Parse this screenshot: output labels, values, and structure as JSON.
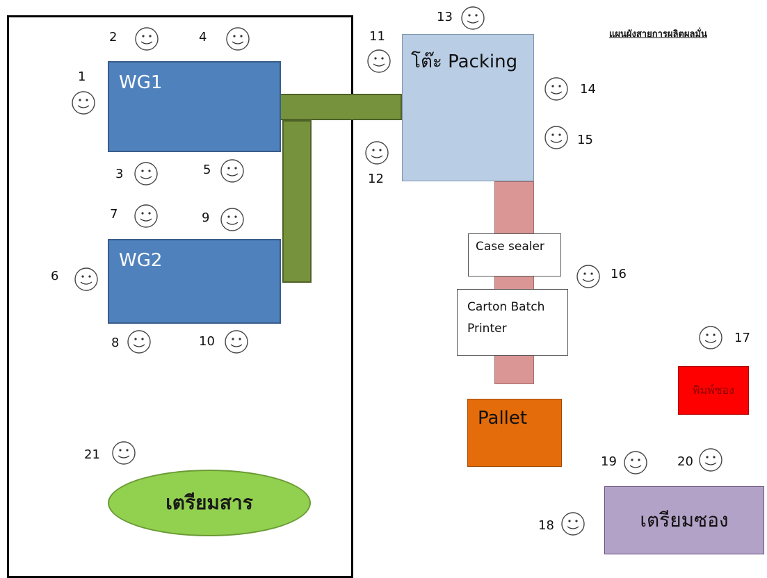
{
  "title": "แผนผังสายการผลิตผลมั่น",
  "stations": {
    "wg1": "WG1",
    "wg2": "WG2"
  },
  "packing": {
    "label": "โต๊ะ Packing"
  },
  "case_sealer": "Case sealer",
  "carton_printer": "Carton Batch Printer",
  "pallet": "Pallet",
  "print_sachet": "พิมพ์ซอง",
  "prepare_sachet": "เตรียมซอง",
  "prepare_material": "เตรียมสาร",
  "workers": [
    "1",
    "2",
    "3",
    "4",
    "5",
    "6",
    "7",
    "8",
    "9",
    "10",
    "11",
    "12",
    "13",
    "14",
    "15",
    "16",
    "17",
    "18",
    "19",
    "20",
    "21"
  ],
  "colors": {
    "station": "#4f81bd",
    "conveyor": "#76923c",
    "packing": "#b9cde5",
    "belt": "#d99694",
    "pallet": "#e46c0a",
    "print": "#ff0000",
    "prep_sachet": "#b3a2c7",
    "prep_material": "#92d050"
  }
}
